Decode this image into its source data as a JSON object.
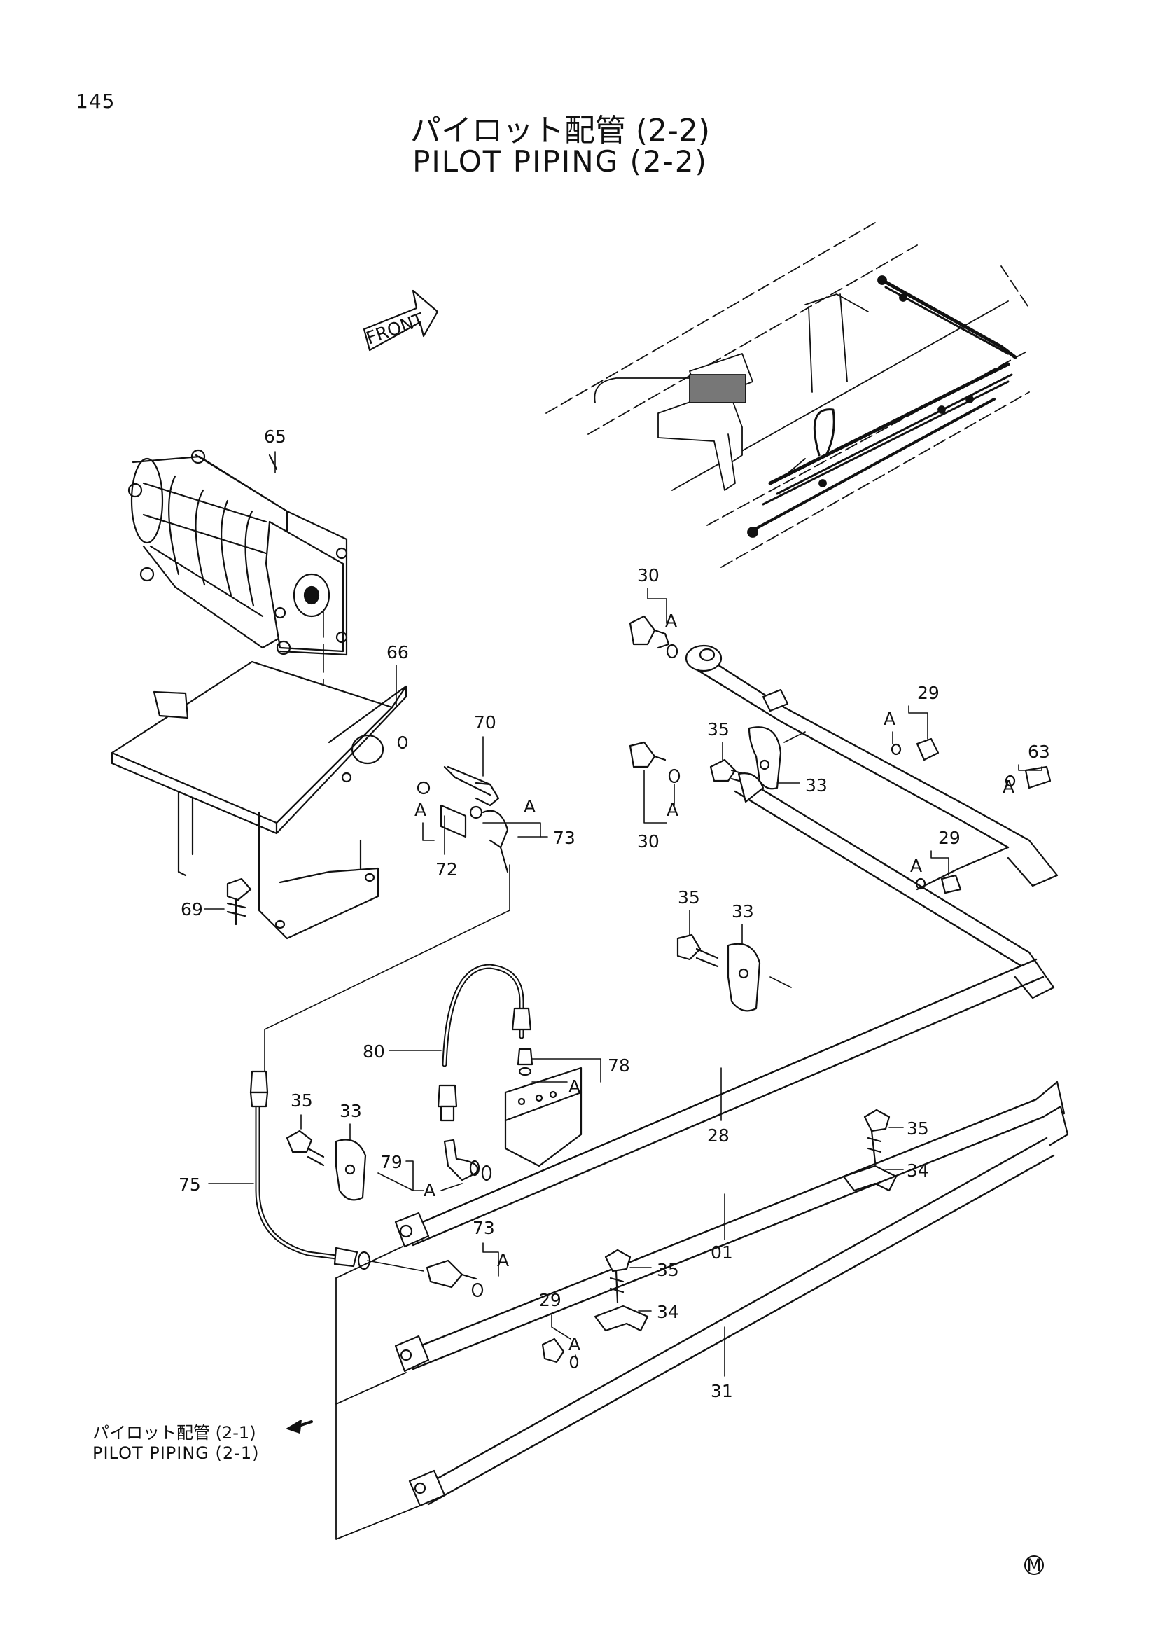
{
  "page_number": "145",
  "title_jp": "パイロット配管 (2-2)",
  "title_en": "PILOT PIPING (2-2)",
  "front_label": "FRONT",
  "marker_letter": "A",
  "corner_mark": "M",
  "reference": {
    "jp": "パイロット配管 (2-1)",
    "en": "PILOT PIPING (2-1)"
  },
  "callouts": [
    "65",
    "66",
    "70",
    "72",
    "73",
    "69",
    "30",
    "29",
    "35",
    "33",
    "63",
    "30",
    "29",
    "35",
    "33",
    "80",
    "78",
    "28",
    "35",
    "34",
    "75",
    "35",
    "33",
    "79",
    "73",
    "01",
    "35",
    "34",
    "29",
    "31"
  ]
}
